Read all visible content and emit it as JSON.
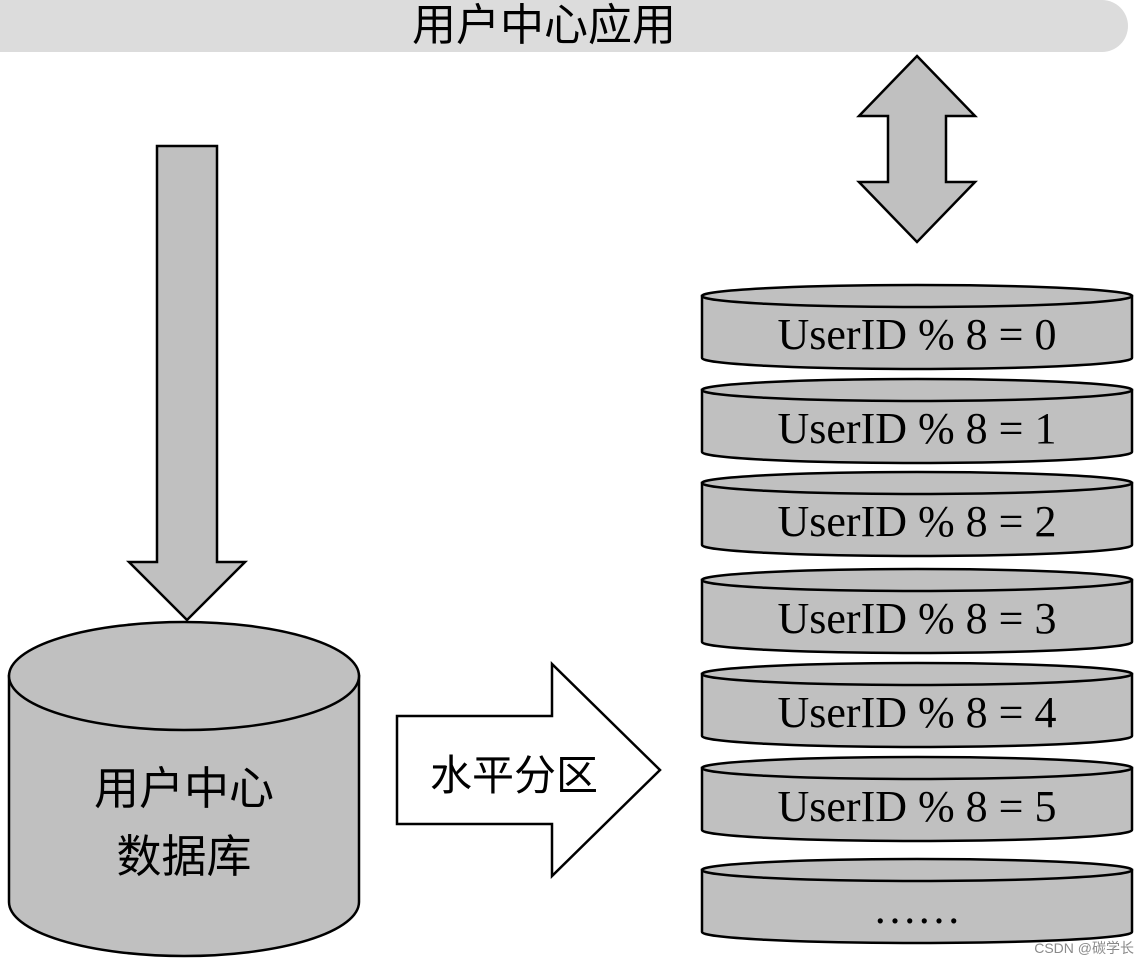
{
  "app_bar": {
    "title": "用户中心应用"
  },
  "database": {
    "line1": "用户中心",
    "line2": "数据库"
  },
  "partition_arrow": {
    "label": "水平分区"
  },
  "shards": [
    {
      "label": "UserID % 8 = 0"
    },
    {
      "label": "UserID % 8 = 1"
    },
    {
      "label": "UserID % 8 = 2"
    },
    {
      "label": "UserID % 8 = 3"
    },
    {
      "label": "UserID % 8 = 4"
    },
    {
      "label": "UserID % 8 = 5"
    },
    {
      "label": "……"
    }
  ],
  "watermark": "CSDN @碳学长",
  "colors": {
    "fill": "#c0c0c0",
    "banner": "#dcdcdc",
    "stroke": "#000000"
  }
}
